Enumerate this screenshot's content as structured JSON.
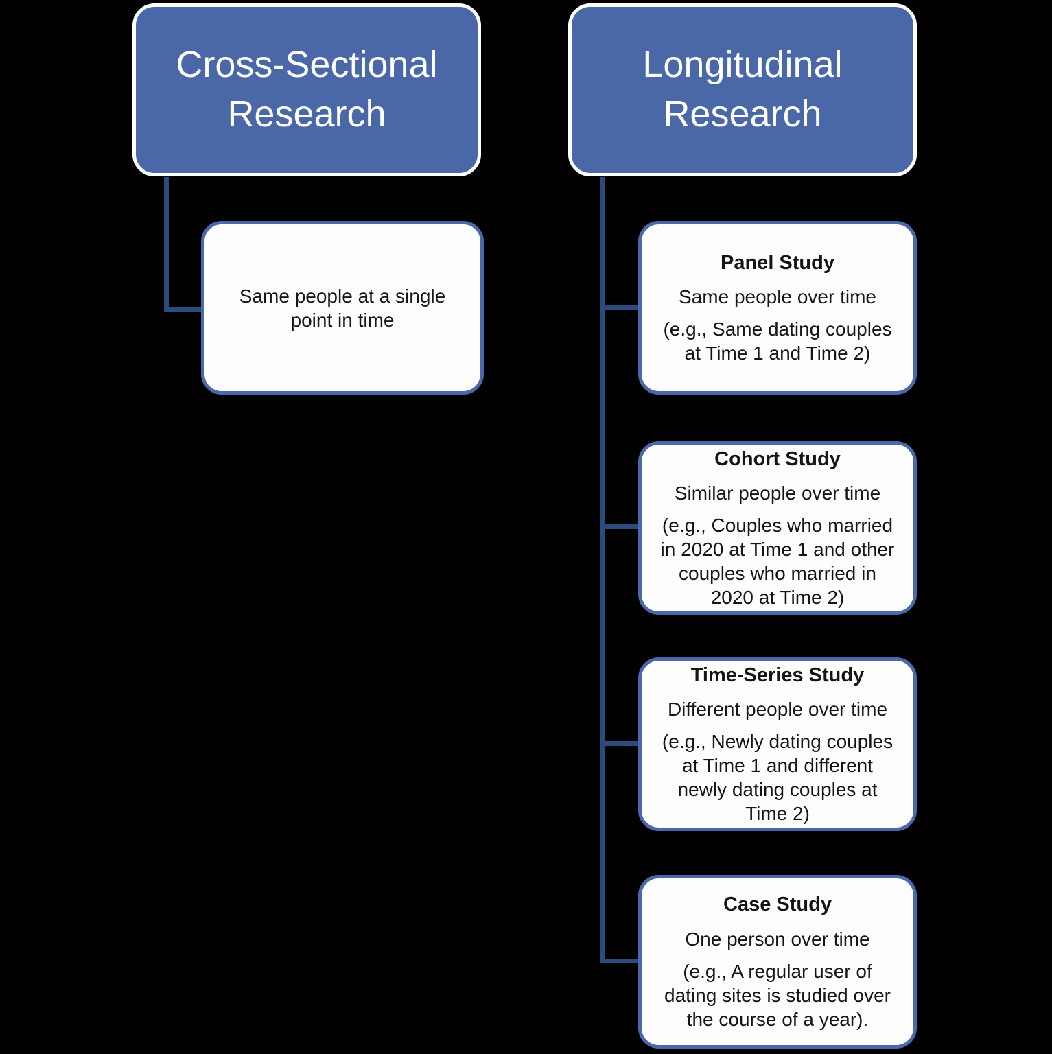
{
  "diagram": {
    "type": "hierarchy",
    "background_color": "#000000",
    "colors": {
      "header_fill": "#4a68a8",
      "header_outline": "#ffffff",
      "header_text": "#ffffff",
      "child_fill": "#fdfdfd",
      "child_border": "#4a69ac",
      "connector": "#2c4a7c",
      "body_text": "#151515"
    },
    "columns": [
      {
        "id": "cross-sectional",
        "header": "Cross-Sectional Research",
        "children": [
          {
            "text": "Same people at a single point in time"
          }
        ]
      },
      {
        "id": "longitudinal",
        "header": "Longitudinal Research",
        "children": [
          {
            "title": "Panel Study",
            "description": "Same people over time",
            "example": "(e.g., Same dating couples at Time 1 and Time 2)"
          },
          {
            "title": "Cohort Study",
            "description": "Similar people over time",
            "example": "(e.g., Couples who married in 2020 at Time 1 and other couples who married in 2020 at Time 2)"
          },
          {
            "title": "Time-Series Study",
            "description": "Different people over time",
            "example": "(e.g., Newly dating couples at Time 1 and different newly dating couples at Time 2)"
          },
          {
            "title": "Case Study",
            "description": "One person over time",
            "example": "(e.g., A regular user of dating sites is studied over the course of a year)."
          }
        ]
      }
    ]
  }
}
